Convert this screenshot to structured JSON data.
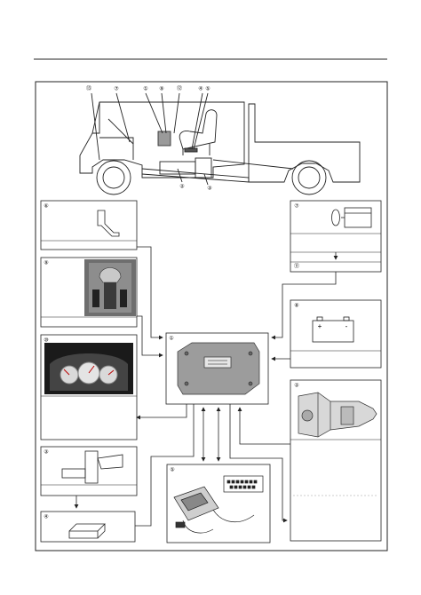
{
  "markers": {
    "m1": "①",
    "m2": "②",
    "m3": "③",
    "m4": "④",
    "m5": "⑤",
    "m6": "⑥",
    "m7": "⑦",
    "m8": "⑧",
    "m9": "⑨",
    "m10": "⑩",
    "m11": "⑪",
    "m12": "⑫",
    "m13": "⑬"
  },
  "icons": {
    "pedal": "accelerator-pedal-icon",
    "shifter": "shift-lever-icon",
    "cluster": "instrument-cluster-icon",
    "sensor": "sensor-icon",
    "ecu_small": "control-unit-icon",
    "battery": "battery-icon",
    "engine": "engine-icon",
    "ecu": "tcm-icon",
    "transmission": "transmission-icon",
    "scan_tool": "diagnostic-tool-icon"
  },
  "colors": {
    "line": "#222222",
    "photo_dark": "#1a1a1a"
  },
  "battery": {
    "plus": "+",
    "minus": "-"
  }
}
